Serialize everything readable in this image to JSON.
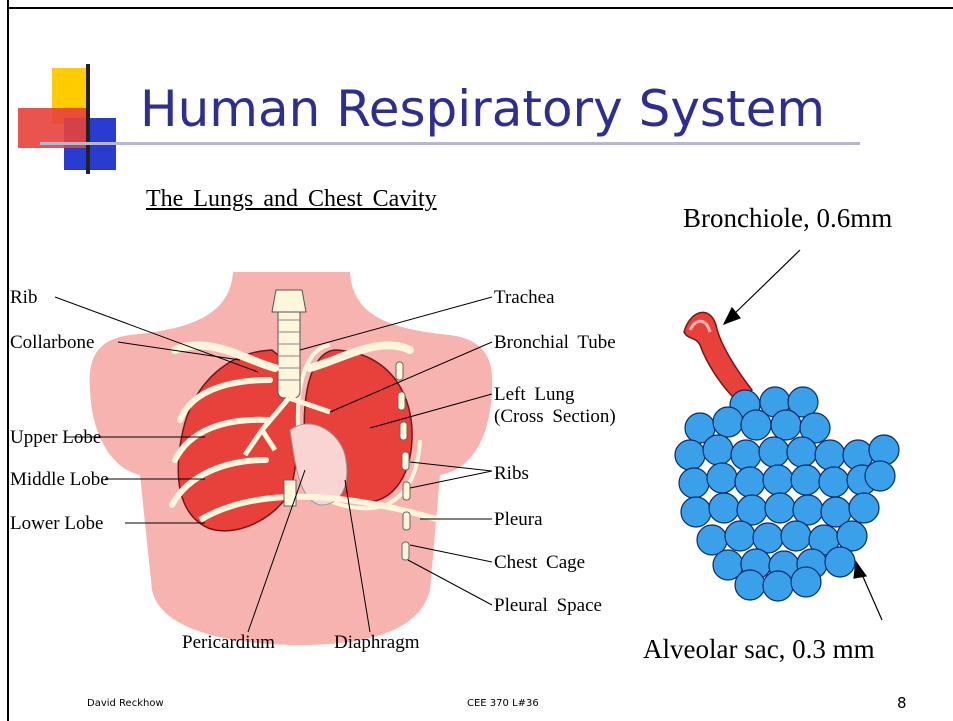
{
  "slide": {
    "title": "Human Respiratory System",
    "subtitle": "The Lungs and Chest Cavity",
    "footer_author": "David Reckhow",
    "footer_course": "CEE 370 L#36",
    "page_number": "8"
  },
  "labels_left": {
    "rib": "Rib",
    "collarbone": "Collarbone",
    "upper_lobe": "Upper Lobe",
    "middle_lobe": "Middle Lobe",
    "lower_lobe": "Lower Lobe"
  },
  "labels_right": {
    "trachea": "Trachea",
    "bronchial_tube": "Bronchial Tube",
    "left_lung_line1": "Left Lung",
    "left_lung_line2": "(Cross Section)",
    "ribs": "Ribs",
    "pleura": "Pleura",
    "chest_cage": "Chest Cage",
    "pleural_space": "Pleural Space"
  },
  "labels_bottom": {
    "pericardium": "Pericardium",
    "diaphragm": "Diaphragm"
  },
  "alveoli": {
    "bronchiole": "Bronchiole, 0.6mm",
    "alveolar_sac": "Alveolar sac, 0.3 mm"
  },
  "colors": {
    "title": "#2e2e8f",
    "skin": "#f7b3b0",
    "lung": "#e8413c",
    "bone": "#fdf5dc",
    "alveolus": "#3aa0ea"
  }
}
